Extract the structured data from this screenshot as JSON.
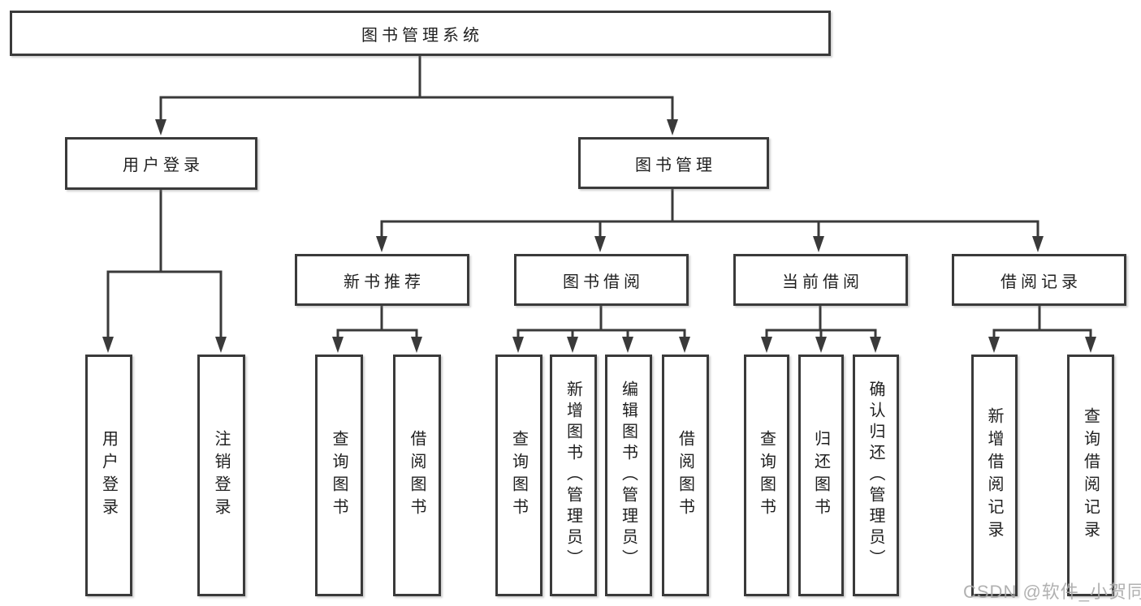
{
  "diagram": {
    "root": "图书管理系统",
    "level2": {
      "user_login": "用户登录",
      "book_management": "图书管理"
    },
    "level3": {
      "new_book_recommend": "新书推荐",
      "book_borrowing": "图书借阅",
      "current_borrowing": "当前借阅",
      "borrowing_records": "借阅记录"
    },
    "leaves": {
      "user_login": "用户登录",
      "logout": "注销登录",
      "recommend_query_books": "查询图书",
      "recommend_borrow_books": "借阅图书",
      "borrowing_query_books": "查询图书",
      "borrowing_add_books_admin": "新增图书（管理员）",
      "borrowing_edit_books_admin": "编辑图书（管理员）",
      "borrowing_borrow_books": "借阅图书",
      "current_query_books": "查询图书",
      "current_return_books": "归还图书",
      "current_confirm_return_admin": "确认归还（管理员）",
      "records_add_record": "新增借阅记录",
      "records_query_record": "查询借阅记录"
    }
  },
  "watermark": "CSDN @软件_小贺同学",
  "colors": {
    "line": "#3a3a3a",
    "text": "#1f1f1f",
    "background": "#ffffff",
    "watermark": "#a9a9a9"
  }
}
